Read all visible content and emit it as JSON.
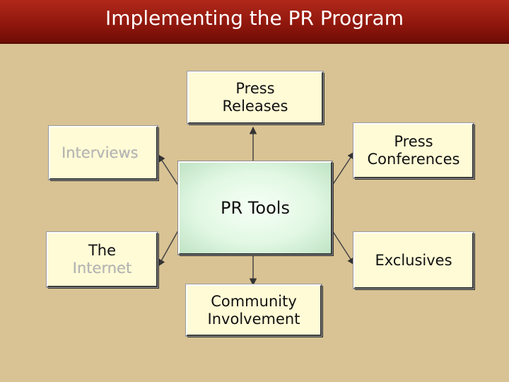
{
  "title": "Implementing the PR Program",
  "center": {
    "label": "PR Tools"
  },
  "boxes": {
    "press_releases": "Press\nReleases",
    "press_conferences": "Press\nConferences",
    "interviews": "Interviews",
    "the_internet_line1": "The",
    "the_internet_line2": "Internet",
    "exclusives": "Exclusives",
    "community_involvement": "Community\nInvolvement"
  },
  "colors": {
    "background": "#d9c394",
    "title_bar": "#8e160c",
    "box_fill": "#fffbd6",
    "center_fill": "#e2f8e4"
  }
}
